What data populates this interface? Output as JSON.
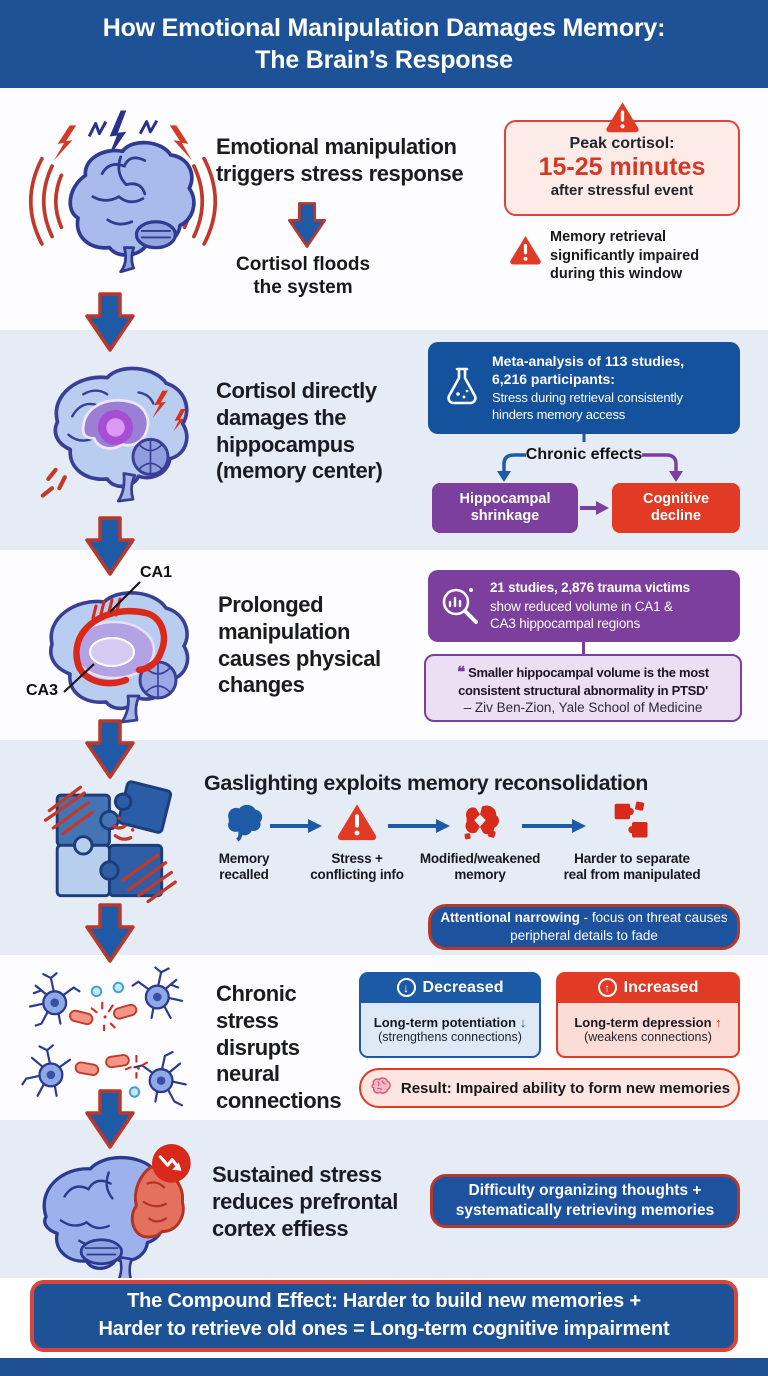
{
  "colors": {
    "primary_blue": "#1d5296",
    "accent_red": "#d8291a",
    "purple": "#7d3f9d",
    "light_band": "#e6ecf6",
    "arrow_blue": "#1e5aa6"
  },
  "header": {
    "title": "How Emotional Manipulation Damages Memory:\nThe Brain’s Response"
  },
  "section1": {
    "headline": "Emotional manipulation\ntriggers stress response",
    "subtext": "Cortisol floods\nthe system",
    "peak_card": {
      "icon": "warning-triangle-icon",
      "title": "Peak cortisol:",
      "value": "15-25 minutes",
      "caption": "after stressful event"
    },
    "note_icon": "warning-triangle-icon",
    "note": "Memory retrieval\nsignificantly impaired\nduring this window"
  },
  "section2": {
    "headline": "Cortisol directly\ndamages the\nhippocampus\n(memory center)",
    "meta_box": {
      "icon": "flask-icon",
      "bold": "Meta-analysis of 113 studies,\n6,216 participants:",
      "text": "Stress during retrieval consistently\nhinders memory access"
    },
    "chronic_label": "Chronic effects",
    "effect_left": "Hippocampal\nshrinkage",
    "effect_right": "Cognitive\ndecline"
  },
  "section3": {
    "ca1_label": "CA1",
    "ca3_label": "CA3",
    "headline": "Prolonged\nmanipulation\ncauses physical\nchanges",
    "studies_box": {
      "icon": "magnifier-chart-icon",
      "bold": "21 studies, 2,876 trauma victims",
      "text": "show reduced volume in CA1 &\nCA3 hippocampal regions"
    },
    "quote": {
      "mark": "❝",
      "text": "Smaller hippocampal volume is the most consistent structural abnormality in PTSD'",
      "attribution": "– Ziv Ben-Zion, Yale School of Medicine"
    }
  },
  "section4": {
    "headline": "Gaslighting exploits memory reconsolidation",
    "steps": [
      {
        "icon": "brain-icon",
        "label": "Memory\nrecalled"
      },
      {
        "icon": "warning-triangle-icon",
        "label": "Stress +\nconflicting info"
      },
      {
        "icon": "damaged-memory-icon",
        "label": "Modified/weakened\nmemory"
      },
      {
        "icon": "puzzle-pieces-icon",
        "label": "Harder to separate\nreal from manipulated"
      }
    ],
    "callout": {
      "bold": "Attentional narrowing",
      "text": " - focus on threat causes peripheral details to fade"
    }
  },
  "section5": {
    "headline": "Chronic\nstress\ndisrupts\nneural\nconnections",
    "decreased_card": {
      "icon": "circle-down-arrow-icon",
      "header": "Decreased",
      "arrow": "↓",
      "line1": "Long-term potentiation",
      "line2": "(strengthens connections)"
    },
    "increased_card": {
      "icon": "circle-up-arrow-icon",
      "header": "Increased",
      "arrow": "↑",
      "line1": "Long-term depression",
      "line2": "(weakens connections)"
    },
    "result_icon": "brain-icon",
    "result": "Result: Impaired ability to form new memories"
  },
  "section6": {
    "headline": "Sustained stress\nreduces prefrontal\ncortex effiess",
    "callout": "Difficulty organizing thoughts +\nsystematically retrieving memories"
  },
  "footer": {
    "text": "The Compound Effect: Harder to build new memories +\nHarder to retrieve old ones = Long-term cognitive impairment"
  }
}
